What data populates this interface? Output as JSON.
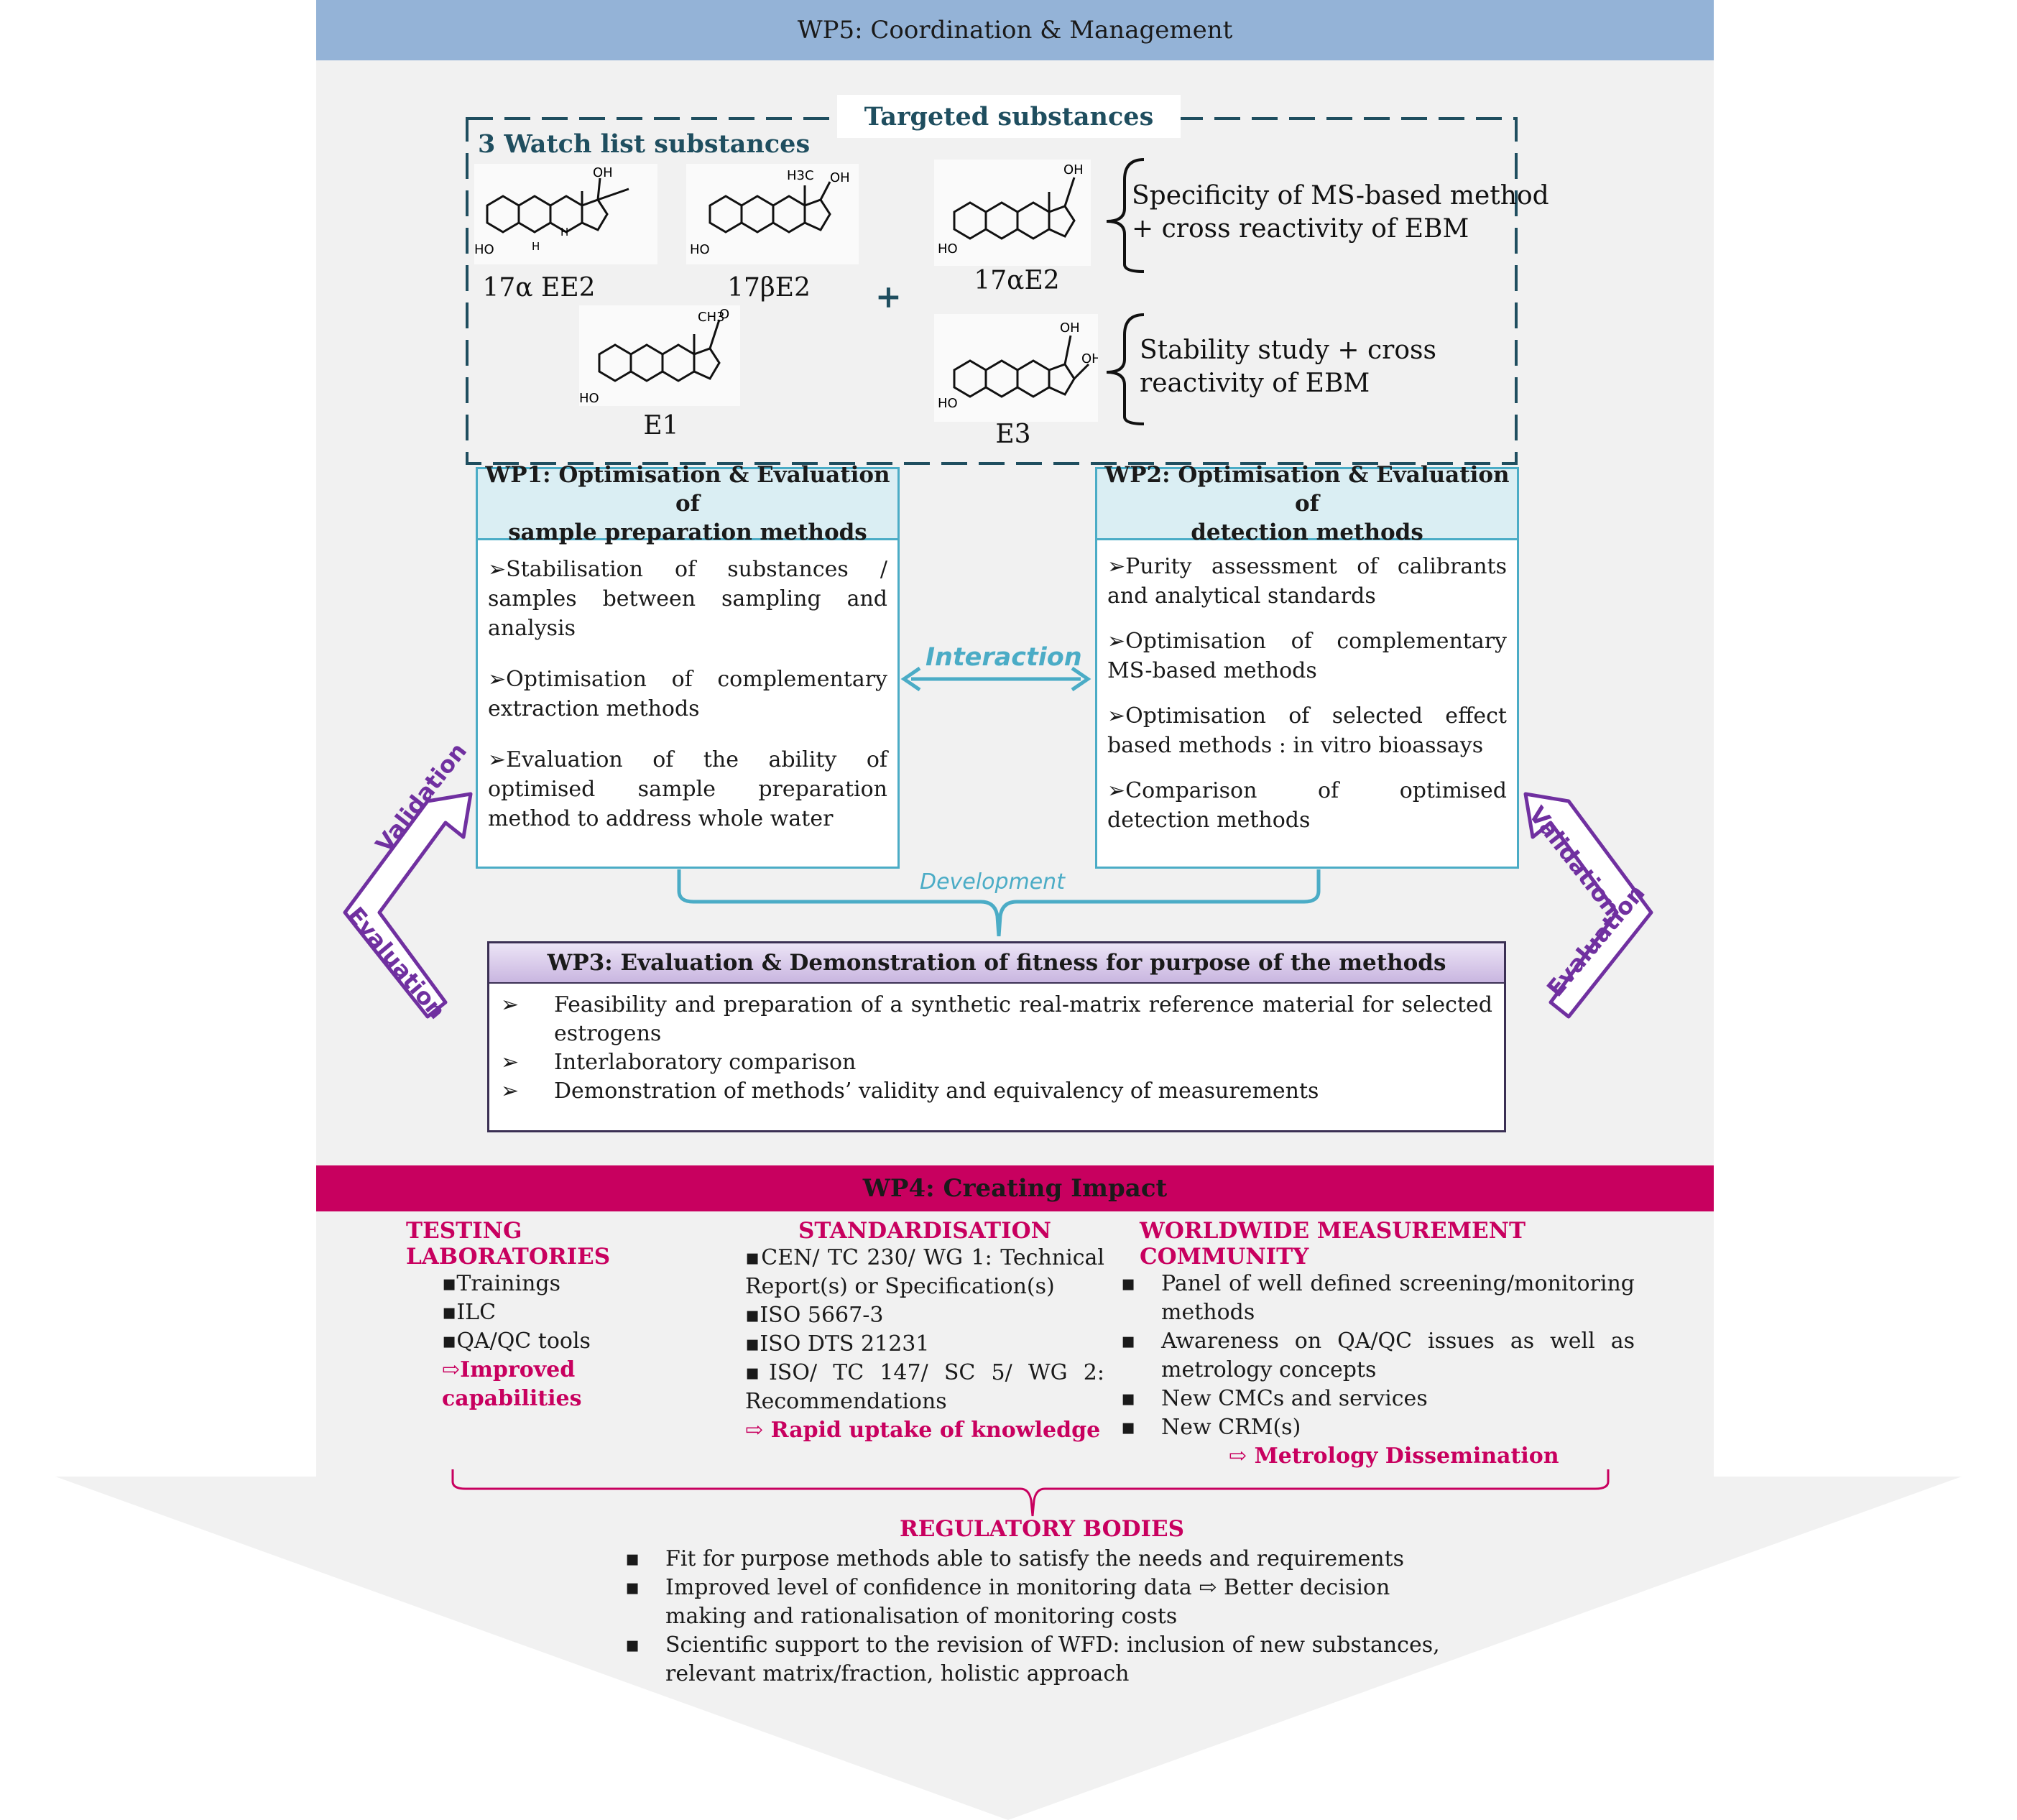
{
  "wp5": {
    "title": "WP5: Coordination & Management"
  },
  "targeted": {
    "title": "Targeted substances",
    "watch_list": "3 Watch list substances",
    "molecules": [
      {
        "label": "17α EE2"
      },
      {
        "label": "17βE2"
      },
      {
        "label": "E1"
      },
      {
        "label": "17αE2"
      },
      {
        "label": "E3"
      }
    ],
    "plus": "+",
    "brace1": [
      "Specificity of MS-based method",
      "+ cross reactivity of EBM"
    ],
    "brace2": [
      "Stability study + cross",
      "reactivity of EBM"
    ]
  },
  "wp1": {
    "title": [
      "WP1: Optimisation & Evaluation of",
      "sample preparation methods"
    ],
    "items": [
      "➢Stabilisation of substances / samples between sampling and analysis",
      "➢Optimisation of complementary extraction methods",
      "➢Evaluation of the ability of optimised sample preparation method to address whole water"
    ]
  },
  "wp2": {
    "title": [
      "WP2: Optimisation & Evaluation of",
      "detection methods"
    ],
    "items": [
      "➢Purity assessment of calibrants and analytical standards",
      "➢Optimisation of complementary MS-based methods",
      "➢Optimisation of selected effect based methods : in vitro bioassays",
      "➢Comparison of optimised detection methods"
    ]
  },
  "interaction": "Interaction",
  "development": "Development",
  "loop_labels": {
    "validation": "Validation",
    "evaluation": "Evaluation"
  },
  "wp3": {
    "title": "WP3: Evaluation & Demonstration of fitness for purpose of the methods",
    "marker": "➢",
    "items": [
      "Feasibility and preparation of a synthetic real-matrix reference material for selected estrogens",
      "Interlaboratory comparison",
      "Demonstration of methods’ validity and equivalency of measurements"
    ]
  },
  "wp4": {
    "title": "WP4: Creating Impact",
    "testing": {
      "title": "TESTING LABORATORIES",
      "items": [
        "▪Trainings",
        "▪ILC",
        "▪QA/QC tools"
      ],
      "outcome": "⇨Improved capabilities"
    },
    "standardisation": {
      "title": "STANDARDISATION",
      "items": [
        "▪CEN/ TC 230/ WG 1: Technical Report(s) or Specification(s)",
        "▪ISO 5667-3",
        "▪ISO DTS 21231",
        "▪ISO/ TC 147/ SC 5/ WG 2: Recommendations"
      ],
      "outcome": "⇨ Rapid uptake of knowledge"
    },
    "worldwide": {
      "title": "WORLDWIDE MEASUREMENT COMMUNITY",
      "marker": "▪",
      "items": [
        "Panel of well defined screening/monitoring methods",
        "Awareness on QA/QC issues as well as metrology concepts",
        "New CMCs and services",
        "New CRM(s)"
      ],
      "outcome": "⇨ Metrology Dissemination"
    }
  },
  "regulatory": {
    "title": "REGULATORY BODIES",
    "marker": "▪",
    "items": [
      "Fit for purpose methods able to satisfy the needs and requirements",
      "Improved level of confidence in monitoring data ⇨ Better decision making and rationalisation of monitoring costs",
      "Scientific support to the revision of WFD: inclusion of new substances, relevant matrix/fraction, holistic approach"
    ]
  },
  "colors": {
    "wp5_band": "#94b3d7",
    "wp4_band": "#c8005f",
    "wp_border": "#4bacc6",
    "wp_head": "#daeef3",
    "validation_purple": "#7030a0",
    "accent_pink": "#c8005f",
    "title_teal": "#1f4e5f"
  }
}
